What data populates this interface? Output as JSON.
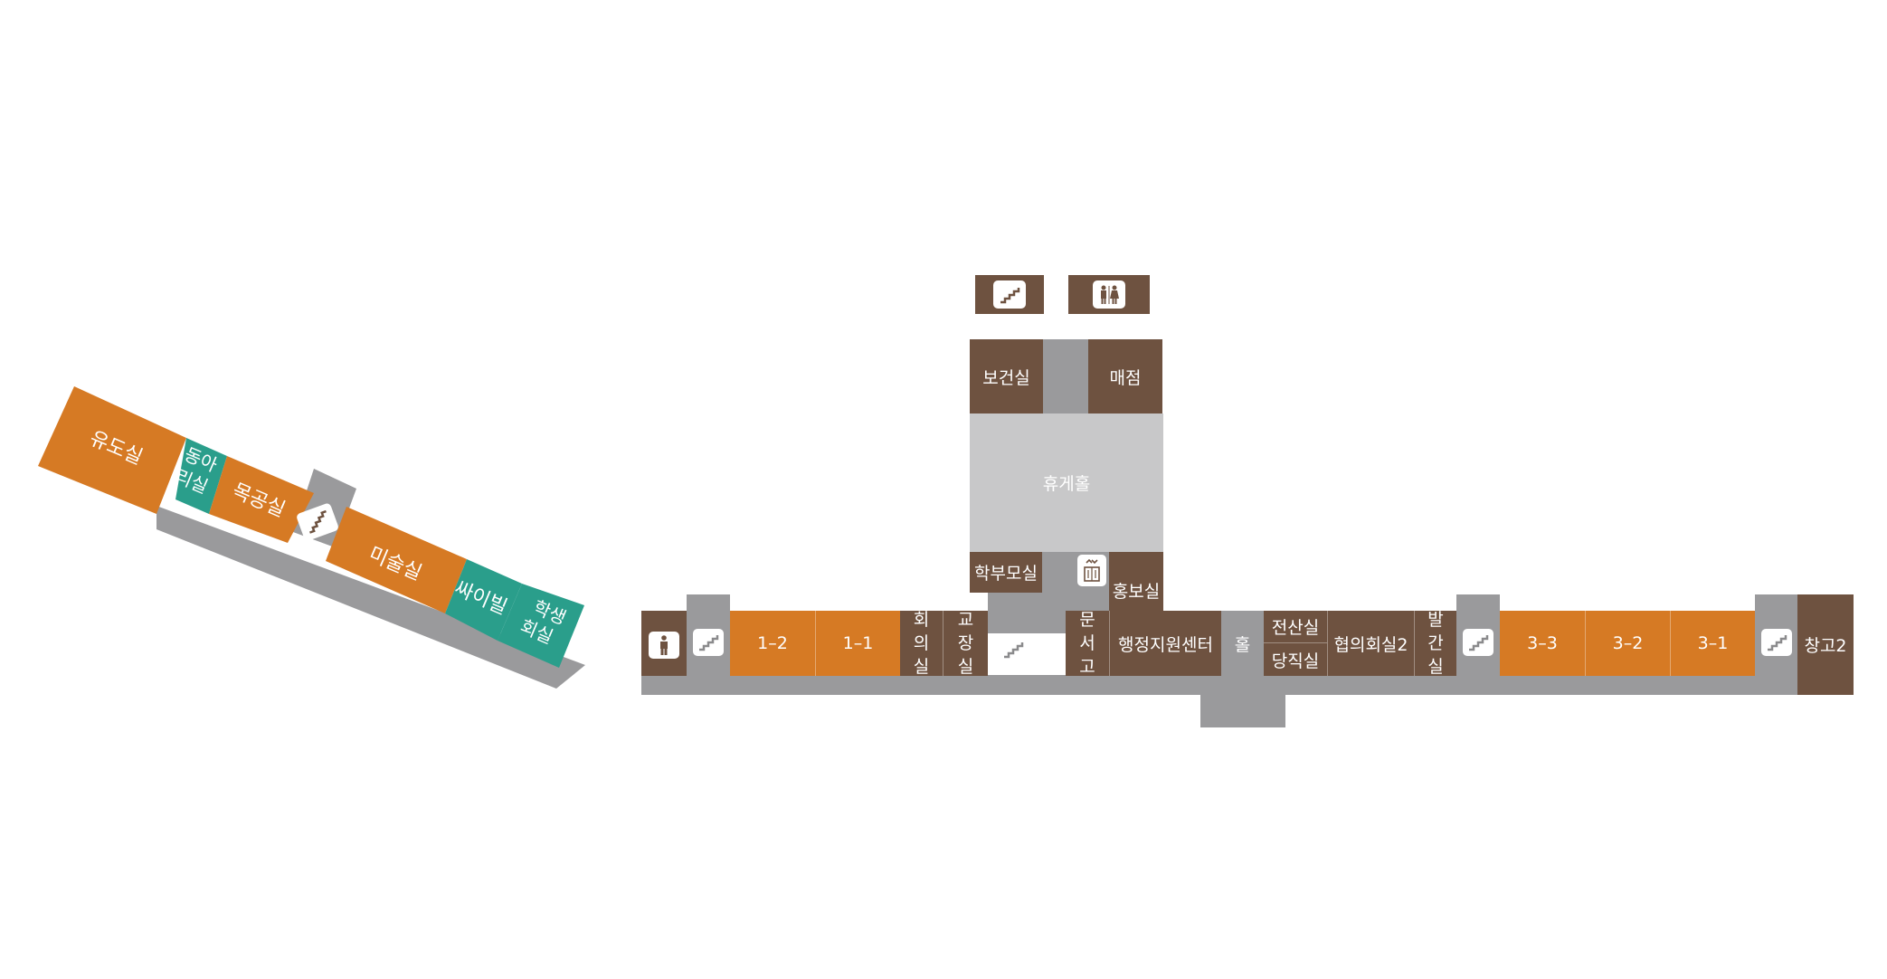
{
  "west_wing": {
    "judo_room": "유도실",
    "club_room": "동아\n리실",
    "woodwork_room": "목공실",
    "art_room": "미술실",
    "wee_class": "싸이빌",
    "student_council": "학생\n회실"
  },
  "top": {
    "health_room": "보건실",
    "store": "매점",
    "lounge_hall": "휴게홀",
    "parents_room": "학부모실",
    "pr_room": "홍보실"
  },
  "corridor": {
    "room_1_2": "1–2",
    "room_1_1": "1–1",
    "meeting_room": "회\n의\n실",
    "principal_room": "교\n장\n실",
    "archive": "문\n서\n고",
    "admin_center": "행정지원센터",
    "hall": "홀",
    "computer_room": "전산실",
    "night_duty_room": "당직실",
    "council_room_2": "협의회실2",
    "print_room": "발\n간\n실",
    "room_3_3": "3–3",
    "room_3_2": "3–2",
    "room_3_1": "3–1",
    "storage_2": "창고2"
  },
  "colors": {
    "corridor": "#9a9a9c",
    "admin_brown": "#6e5240",
    "classroom_orange": "#d67a24",
    "special_teal": "#2a9e8b",
    "lounge_gray": "#c8c8c9"
  },
  "icons": [
    "stairs-icon",
    "restroom-icon",
    "elevator-icon",
    "male-restroom-icon"
  ]
}
